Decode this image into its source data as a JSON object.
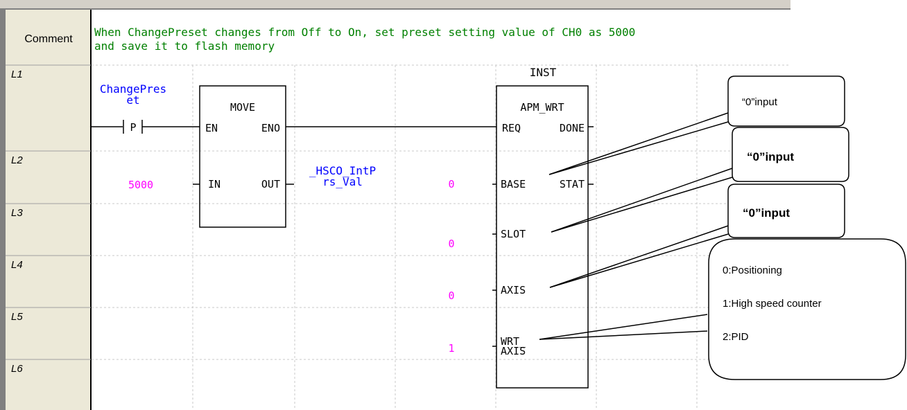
{
  "header": {
    "comment_label": "Comment"
  },
  "comment_text": [
    "When ChangePreset changes from Off to On, set preset setting value of CH0 as 5000",
    "and save it to flash memory"
  ],
  "rows": [
    "L1",
    "L2",
    "L3",
    "L4",
    "L5",
    "L6"
  ],
  "contact": {
    "name_line1": "ChangePres",
    "name_line2": "et",
    "symbol": "P"
  },
  "move_block": {
    "name": "MOVE",
    "en": "EN",
    "eno": "ENO",
    "in": "IN",
    "out": "OUT"
  },
  "move_in_value": "5000",
  "move_out_var": {
    "line1": "_HSCO_IntP",
    "line2": "rs_Val"
  },
  "fb": {
    "instance": "INST",
    "name": "APM_WRT",
    "req": "REQ",
    "done": "DONE",
    "base": "BASE",
    "stat": "STAT",
    "slot": "SLOT",
    "axis": "AXIS",
    "wrt_axis_1": "WRT_",
    "wrt_axis_2": "AXIS"
  },
  "inputs": {
    "base": "0",
    "slot": "0",
    "axis": "0",
    "wrt_axis": "1"
  },
  "callouts": {
    "base": "“0”input",
    "slot": "“0”input",
    "axis": "“0”input",
    "wrt_axis": [
      "0:Positioning",
      "1:High speed counter",
      "2:PID"
    ]
  },
  "colors": {
    "comment_text": "#008000",
    "contact_label": "#0000ff",
    "const_value": "#ff00ff",
    "var_label": "#0000ff",
    "row_panel": "#ece9d8",
    "grid_dash": "#c8c8c8"
  }
}
